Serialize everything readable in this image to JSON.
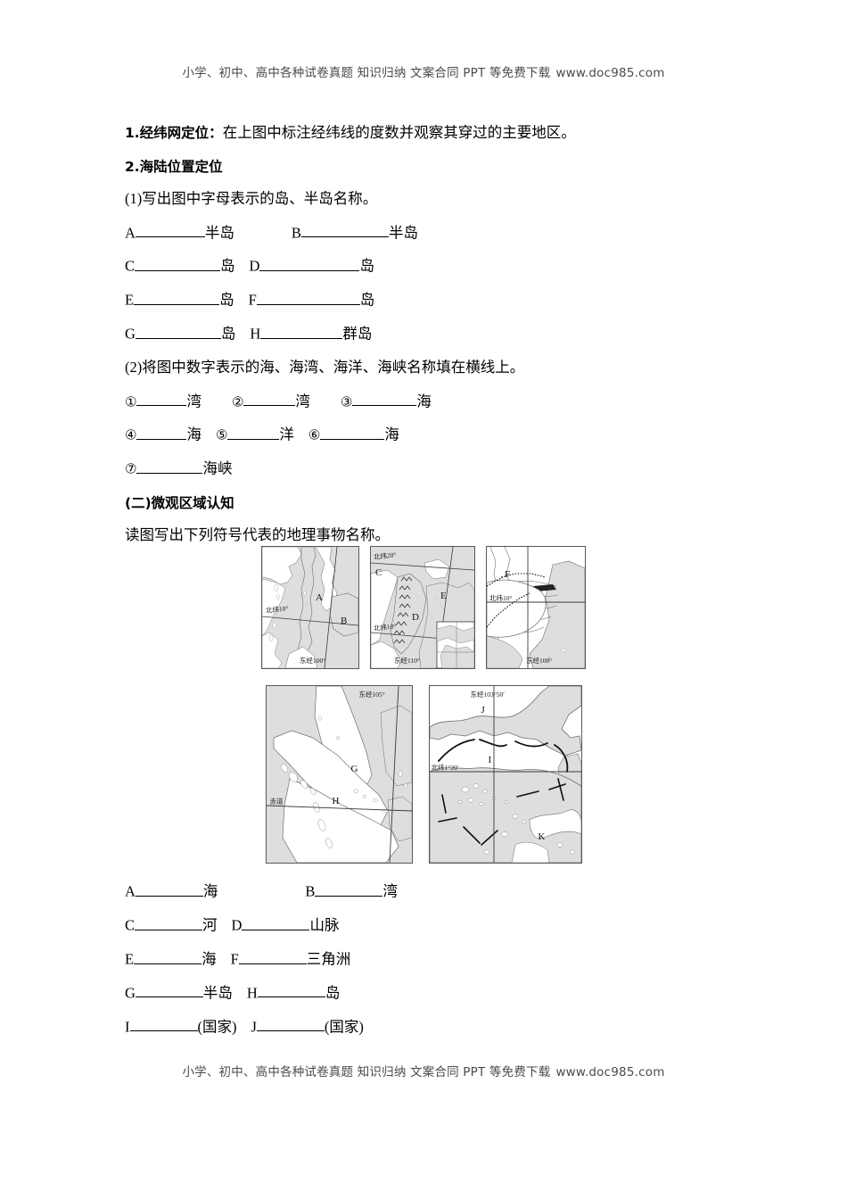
{
  "watermark": {
    "text": "小学、初中、高中各种试卷真题 知识归纳 文案合同 PPT 等免费下载",
    "url": "www.doc985.com"
  },
  "body": {
    "q1_num": "1.经纬网定位：",
    "q1_text": "在上图中标注经纬线的度数并观察其穿过的主要地区。",
    "q2_heading": "2.海陆位置定位",
    "q2_1_prompt": "(1)写出图中字母表示的岛、半岛名称。",
    "letter_blanks": [
      {
        "label": "A",
        "suffix": "半岛",
        "width": 78
      },
      {
        "label": "B",
        "suffix": "半岛",
        "width": 98
      },
      {
        "label": "C",
        "suffix": "岛",
        "width": 96
      },
      {
        "label": "D",
        "suffix": "岛",
        "width": 112
      },
      {
        "label": "E",
        "suffix": "岛",
        "width": 96
      },
      {
        "label": "F",
        "suffix": "岛",
        "width": 116
      },
      {
        "label": "G",
        "suffix": "岛",
        "width": 96
      },
      {
        "label": "H",
        "suffix": "群岛",
        "width": 92
      }
    ],
    "q2_2_prompt": "(2)将图中数字表示的海、海湾、海洋、海峡名称填在横线上。",
    "number_blanks": [
      {
        "label": "①",
        "suffix": "湾",
        "width": 56
      },
      {
        "label": "②",
        "suffix": "湾",
        "width": 58
      },
      {
        "label": "③",
        "suffix": "海",
        "width": 72
      },
      {
        "label": "④",
        "suffix": "海",
        "width": 56
      },
      {
        "label": "⑤",
        "suffix": "洋",
        "width": 58
      },
      {
        "label": "⑥",
        "suffix": "海",
        "width": 72
      },
      {
        "label": "⑦",
        "suffix": "海峡",
        "width": 74
      }
    ],
    "section2_heading": "(二)微观区域认知",
    "section2_prompt": "读图写出下列符号代表的地理事物名称。"
  },
  "answers": [
    {
      "label": "A",
      "suffix": "海",
      "width": 76
    },
    {
      "label": "B",
      "suffix": "湾",
      "width": 76
    },
    {
      "label": "C",
      "suffix": "河",
      "width": 76
    },
    {
      "label": "D",
      "suffix": "山脉",
      "width": 76
    },
    {
      "label": "E",
      "suffix": "海",
      "width": 76
    },
    {
      "label": "F",
      "suffix": "三角洲",
      "width": 76
    },
    {
      "label": "G",
      "suffix": "半岛",
      "width": 76
    },
    {
      "label": "H",
      "suffix": "岛",
      "width": 76
    },
    {
      "label": "I",
      "suffix": "(国家)",
      "width": 76
    },
    {
      "label": "J",
      "suffix": "(国家)",
      "width": 76
    }
  ],
  "maps": {
    "map1": {
      "name": "malay-peninsula-map",
      "labels": [
        "A",
        "B"
      ],
      "coords": [
        "北纬10°",
        "东经100°"
      ]
    },
    "map2": {
      "name": "indochina-map",
      "labels": [
        "C",
        "D",
        "E"
      ],
      "coords": [
        "北纬20°",
        "北纬10°",
        "东经110°"
      ]
    },
    "map3": {
      "name": "mekong-delta-map",
      "labels": [
        "F"
      ],
      "coords": [
        "北纬10°",
        "东经108°"
      ]
    },
    "map4": {
      "name": "sumatra-map",
      "labels": [
        "G",
        "H"
      ],
      "coords": [
        "赤道",
        "东经105°"
      ]
    },
    "map5": {
      "name": "singapore-strait-map",
      "labels": [
        "I",
        "J",
        "K"
      ],
      "coords": [
        "东经103°50′",
        "北纬1°20′"
      ]
    }
  },
  "colors": {
    "land": "#dedede",
    "water": "#ffffff",
    "border": "#55585a",
    "line": "#3a3a3a",
    "text": "#000000"
  }
}
